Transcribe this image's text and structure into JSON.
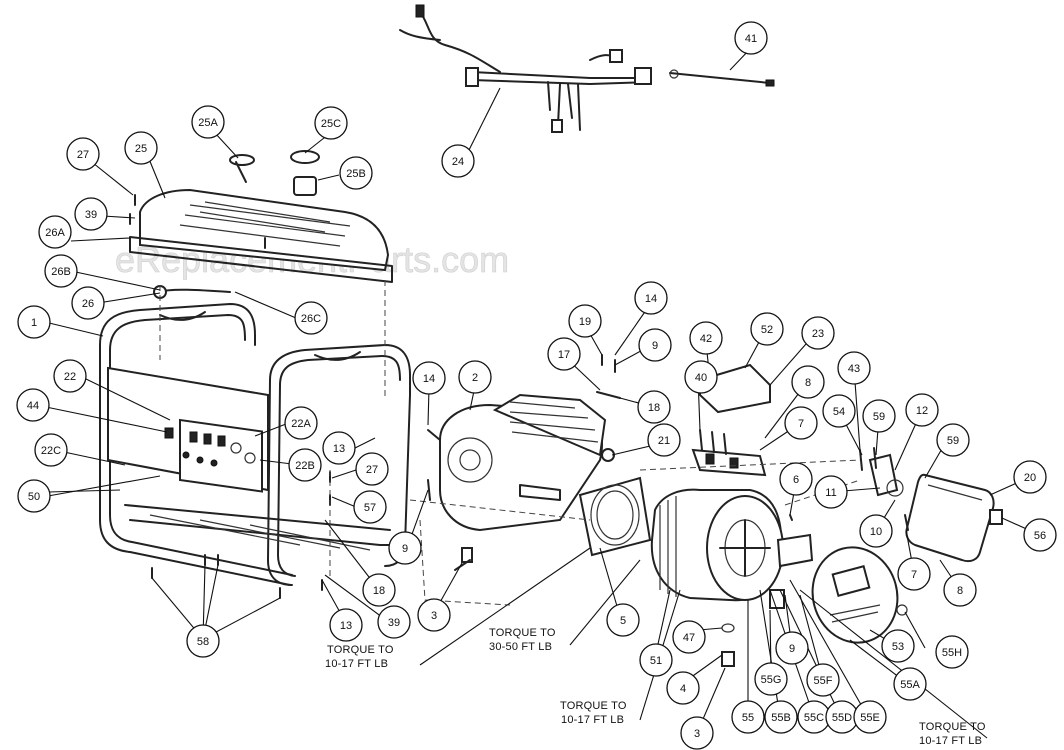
{
  "watermark": "eReplacementParts.com",
  "callouts": [
    "41",
    "24",
    "27",
    "25",
    "25A",
    "25C",
    "25B",
    "39",
    "26A",
    "26B",
    "26",
    "26C",
    "1",
    "22",
    "44",
    "22C",
    "50",
    "22A",
    "22B",
    "13",
    "27",
    "57",
    "18",
    "13",
    "39",
    "58",
    "14",
    "2",
    "9",
    "3",
    "14",
    "19",
    "17",
    "9",
    "18",
    "21",
    "42",
    "52",
    "23",
    "40",
    "8",
    "7",
    "6",
    "5",
    "51",
    "47",
    "4",
    "3",
    "55",
    "55B",
    "55C",
    "55D",
    "55E",
    "55G",
    "9",
    "55F",
    "55A",
    "55H",
    "53",
    "43",
    "54",
    "59",
    "12",
    "59",
    "11",
    "10",
    "7",
    "8",
    "20",
    "56"
  ],
  "notes": {
    "torque_1": [
      "TORQUE TO",
      "10-17 FT LB"
    ],
    "torque_2": [
      "TORQUE TO",
      "30-50 FT LB"
    ],
    "torque_3": [
      "TORQUE TO",
      "10-17 FT LB"
    ],
    "torque_4": [
      "TORQUE TO",
      "10-17 FT LB"
    ]
  }
}
